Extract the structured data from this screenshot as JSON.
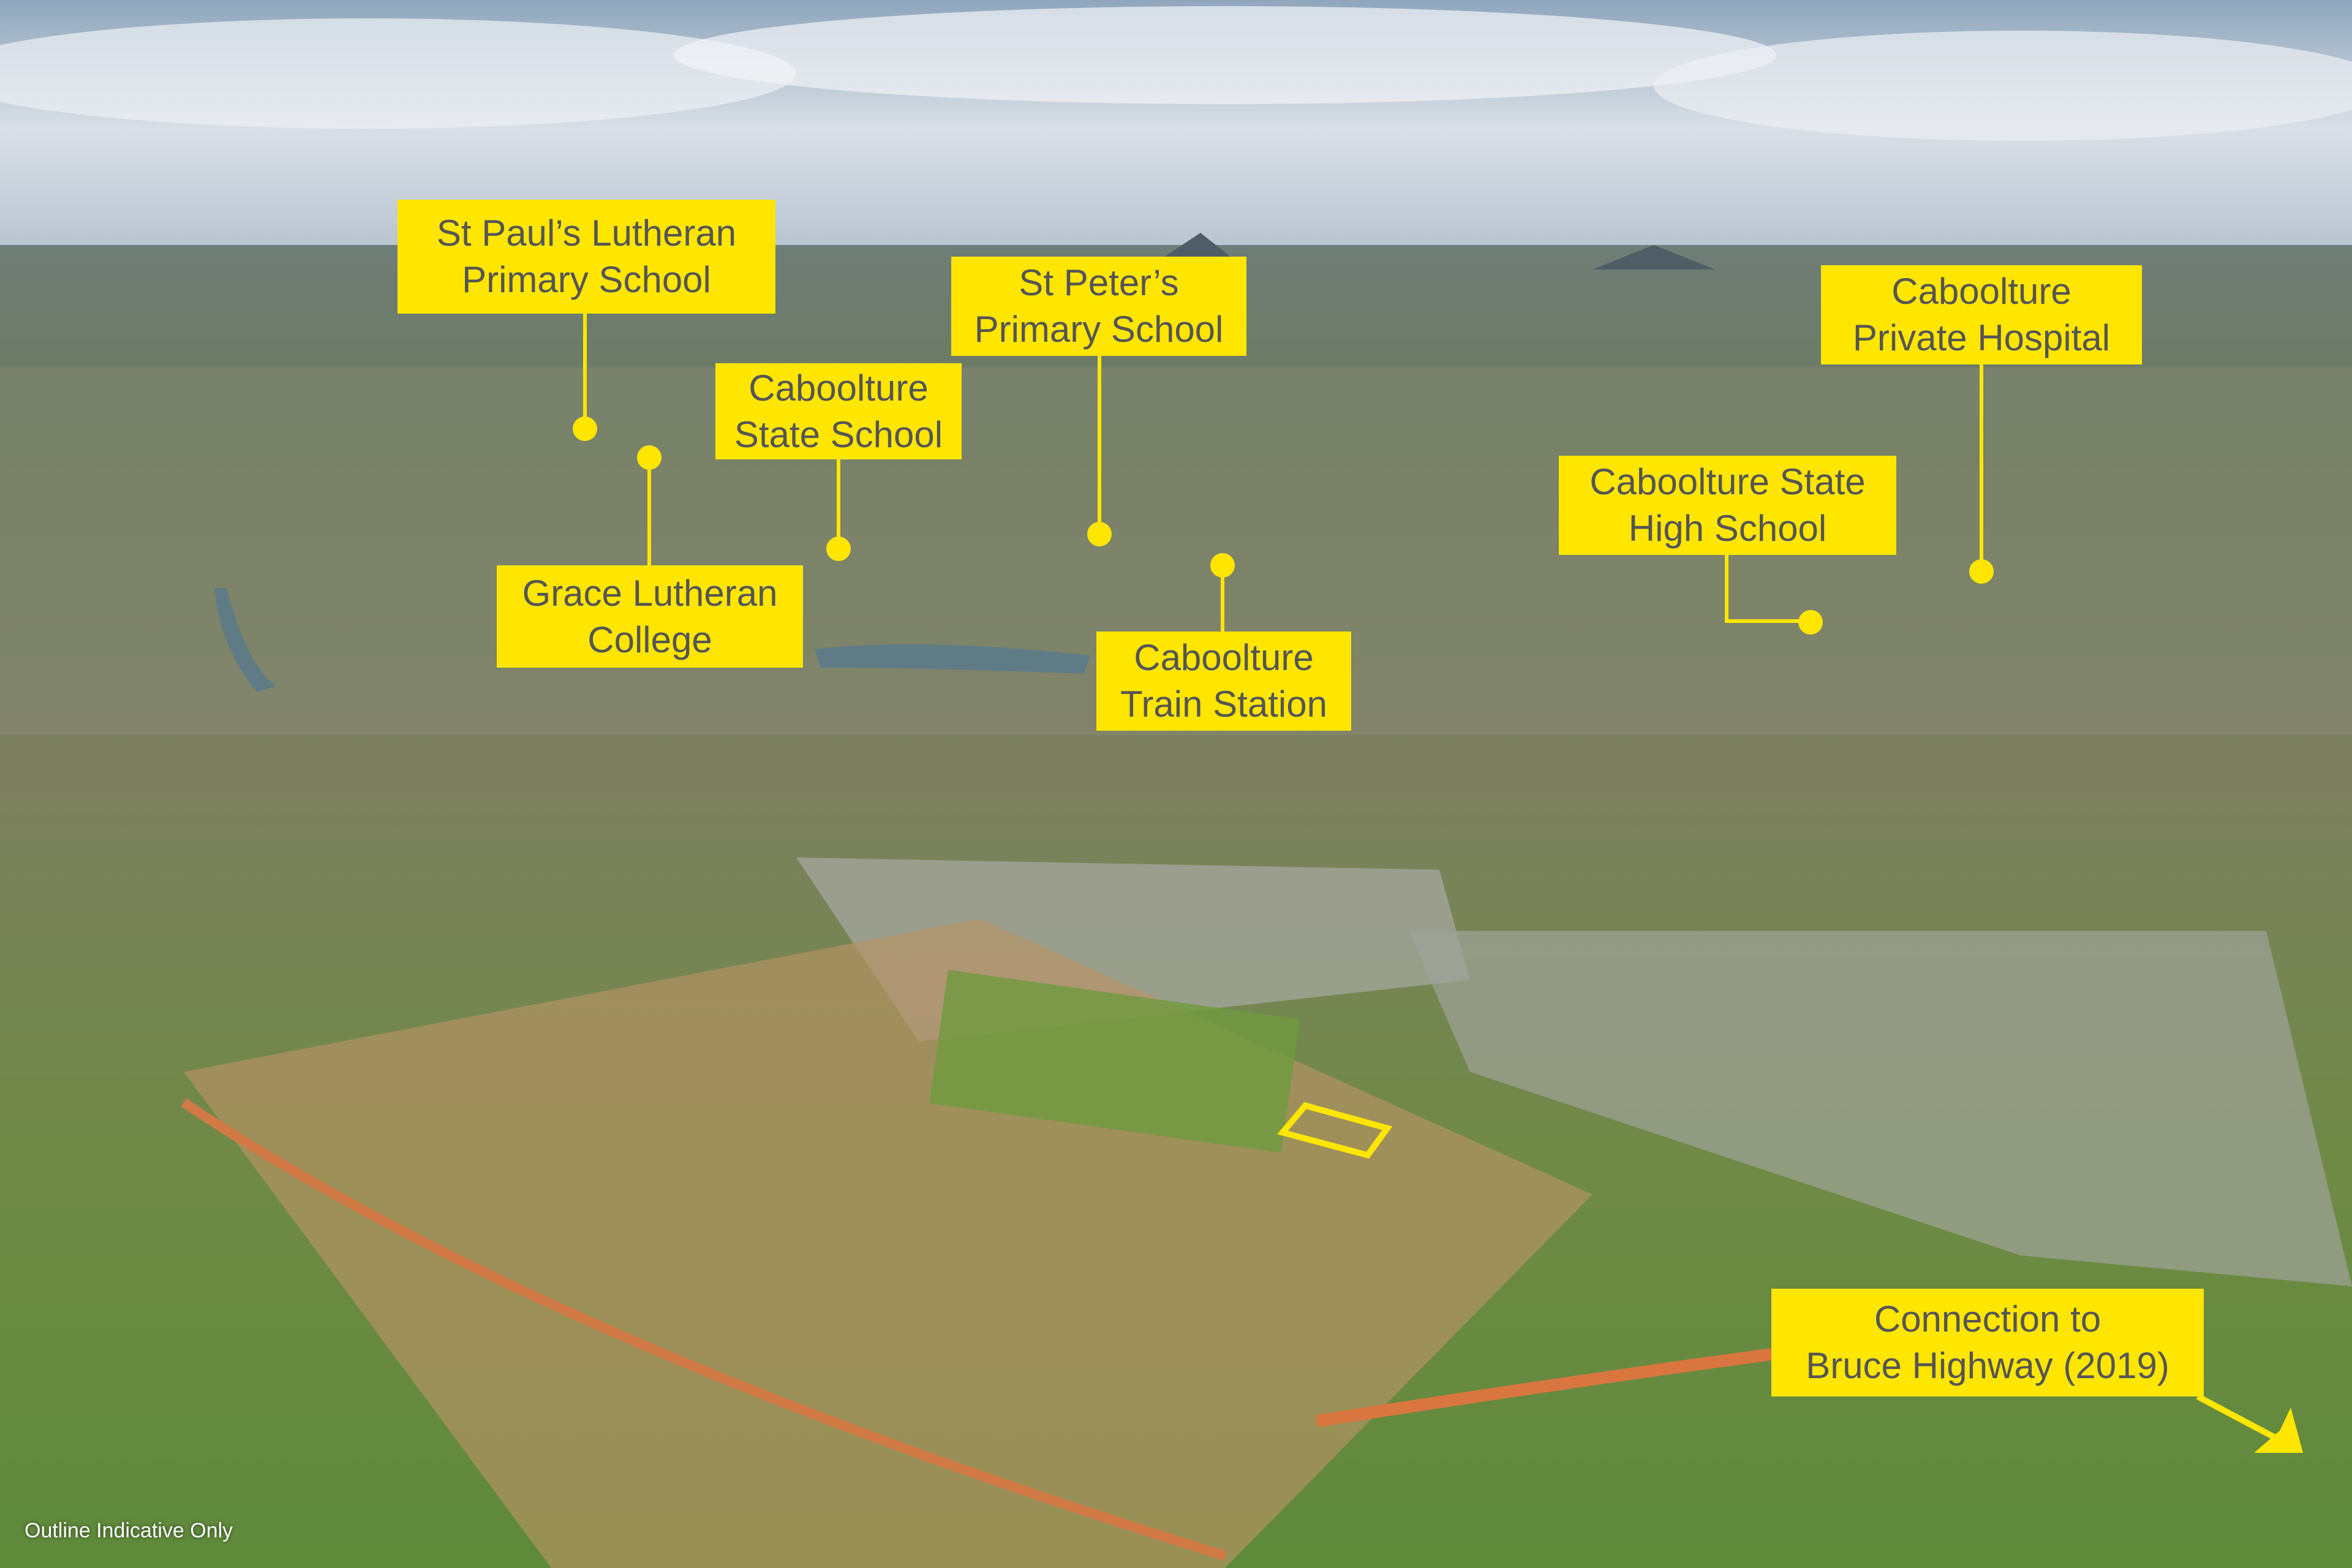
{
  "labels": {
    "st_pauls": [
      "St Paul’s Lutheran",
      "Primary School"
    ],
    "grace": [
      "Grace Lutheran",
      "College"
    ],
    "state_school": [
      "Caboolture",
      "State School"
    ],
    "st_peters": [
      "St Peter’s",
      "Primary School"
    ],
    "train": [
      "Caboolture",
      "Train Station"
    ],
    "hospital": [
      "Caboolture",
      "Private Hospital"
    ],
    "high_school": [
      "Caboolture State",
      "High School"
    ],
    "highway": [
      "Connection to",
      "Bruce Highway (2019)"
    ]
  },
  "note": "Outline Indicative Only",
  "colors": {
    "label_bg": "#FFE600",
    "label_text": "#555555"
  }
}
